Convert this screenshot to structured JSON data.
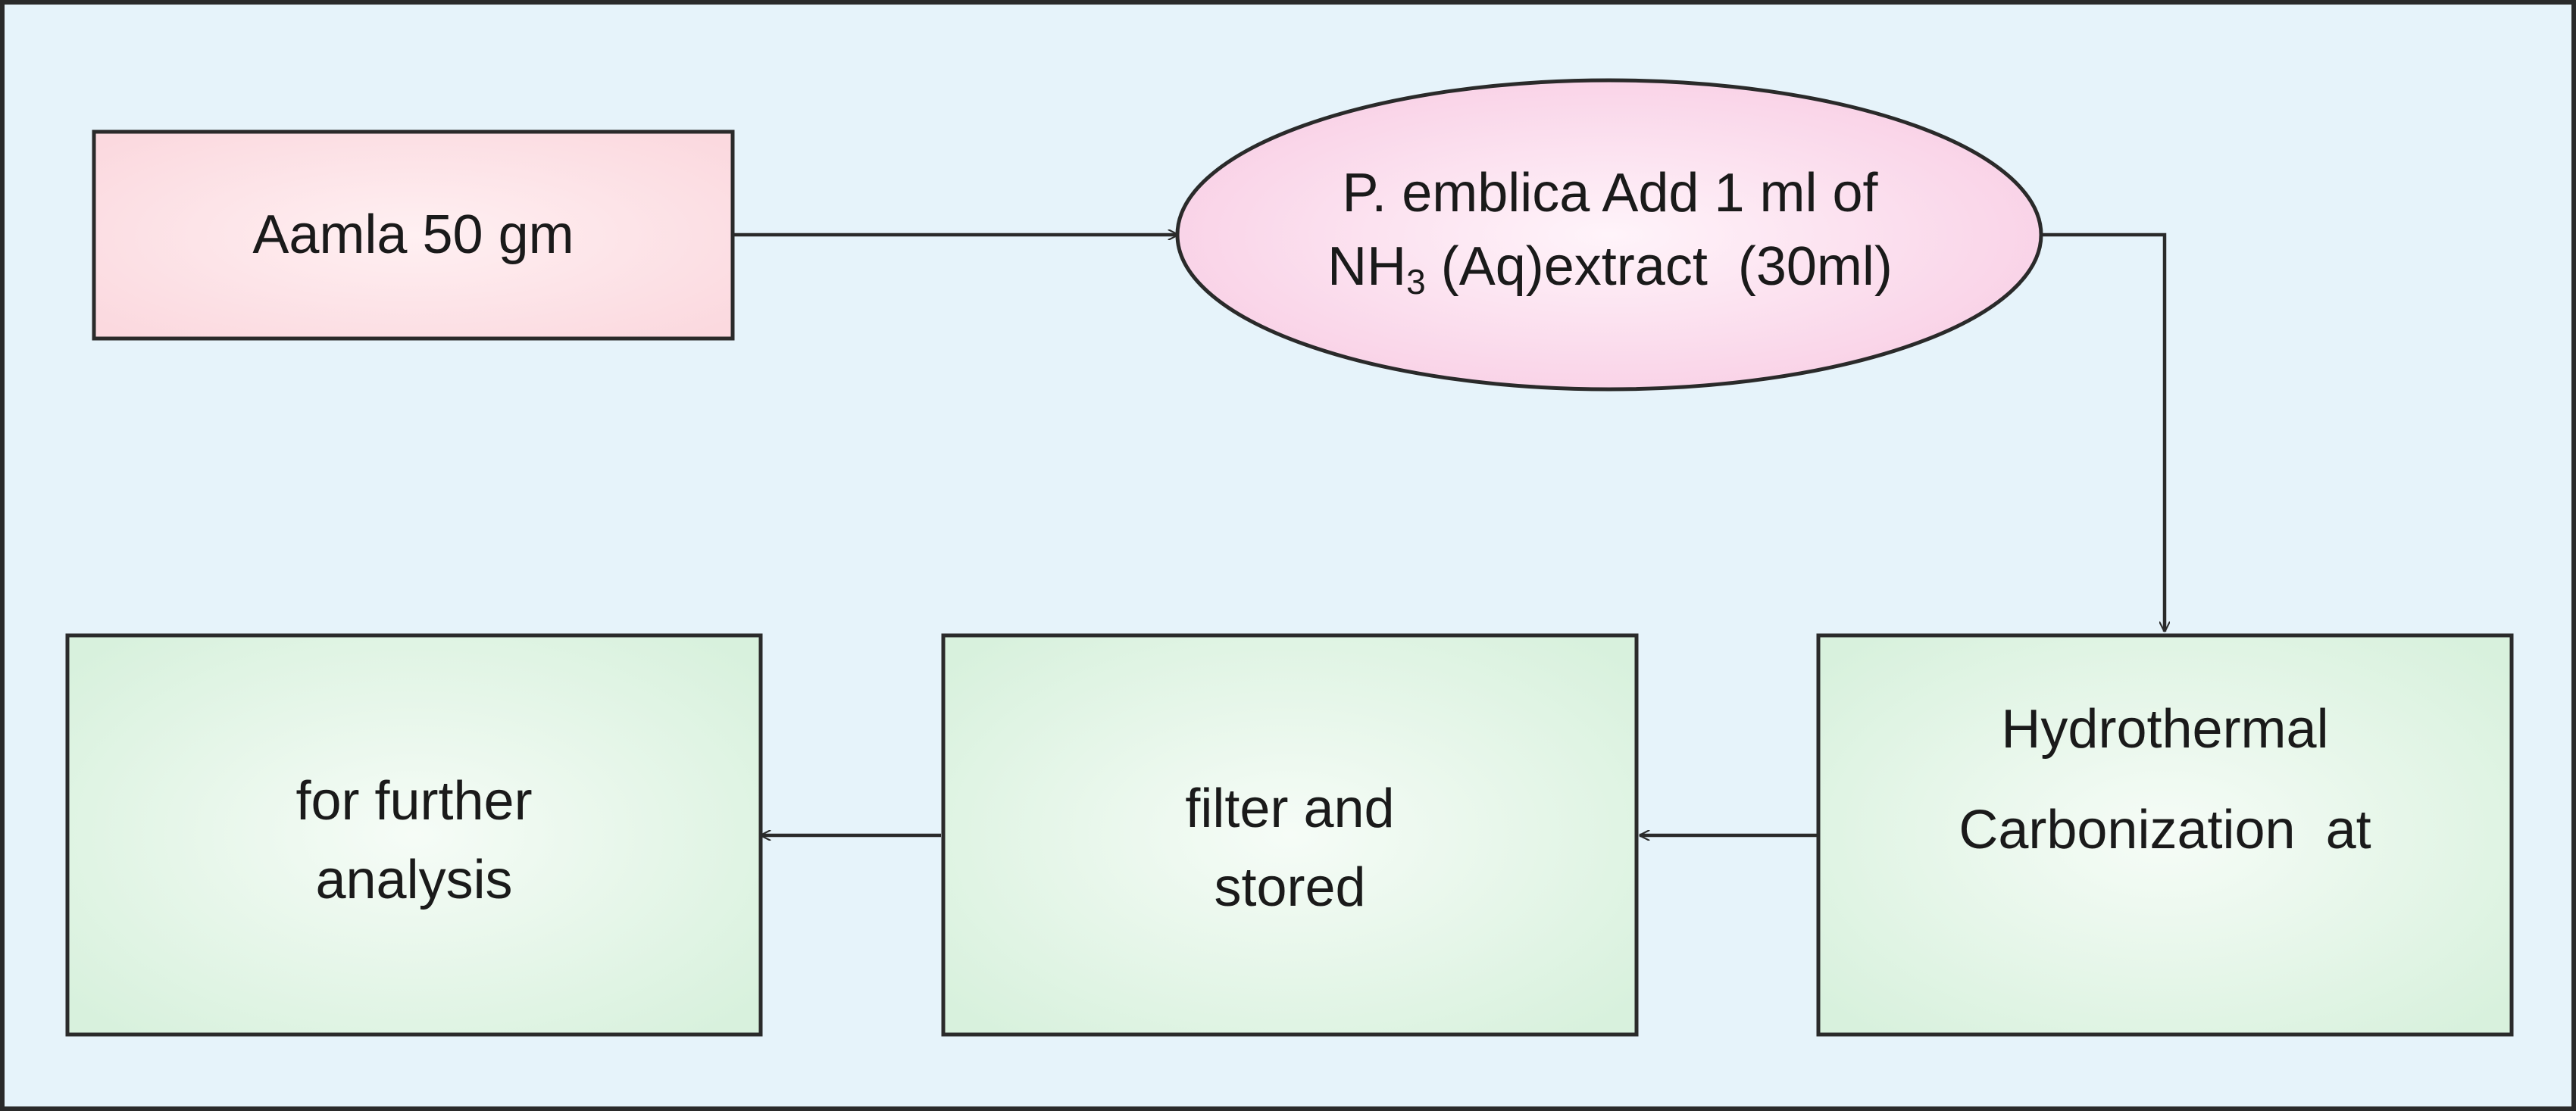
{
  "diagram": {
    "colors": {
      "background": "#e6f3fa",
      "border": "#2a2a2a",
      "pink_box": "#fbdde2",
      "pink_ellipse": "#f9d3e7",
      "green_box": "#dff3e3",
      "arrow": "#2a2a2a"
    },
    "nodes": {
      "aamla": {
        "label": "Aamla 50 gm"
      },
      "extract": {
        "line1": "P. emblica Add 1 ml of",
        "line2_prefix": "NH",
        "line2_sub": "3",
        "line2_suffix": " (Aq)extract  (30ml)"
      },
      "hydrothermal": {
        "line1": "Hydrothermal",
        "line2": "Carbonization  at"
      },
      "filter": {
        "line1": "filter and",
        "line2": "stored"
      },
      "analysis": {
        "line1": "for further",
        "line2": "analysis"
      }
    },
    "edges": [
      {
        "from": "aamla",
        "to": "extract"
      },
      {
        "from": "extract",
        "to": "hydrothermal"
      },
      {
        "from": "hydrothermal",
        "to": "filter"
      },
      {
        "from": "filter",
        "to": "analysis"
      }
    ]
  }
}
